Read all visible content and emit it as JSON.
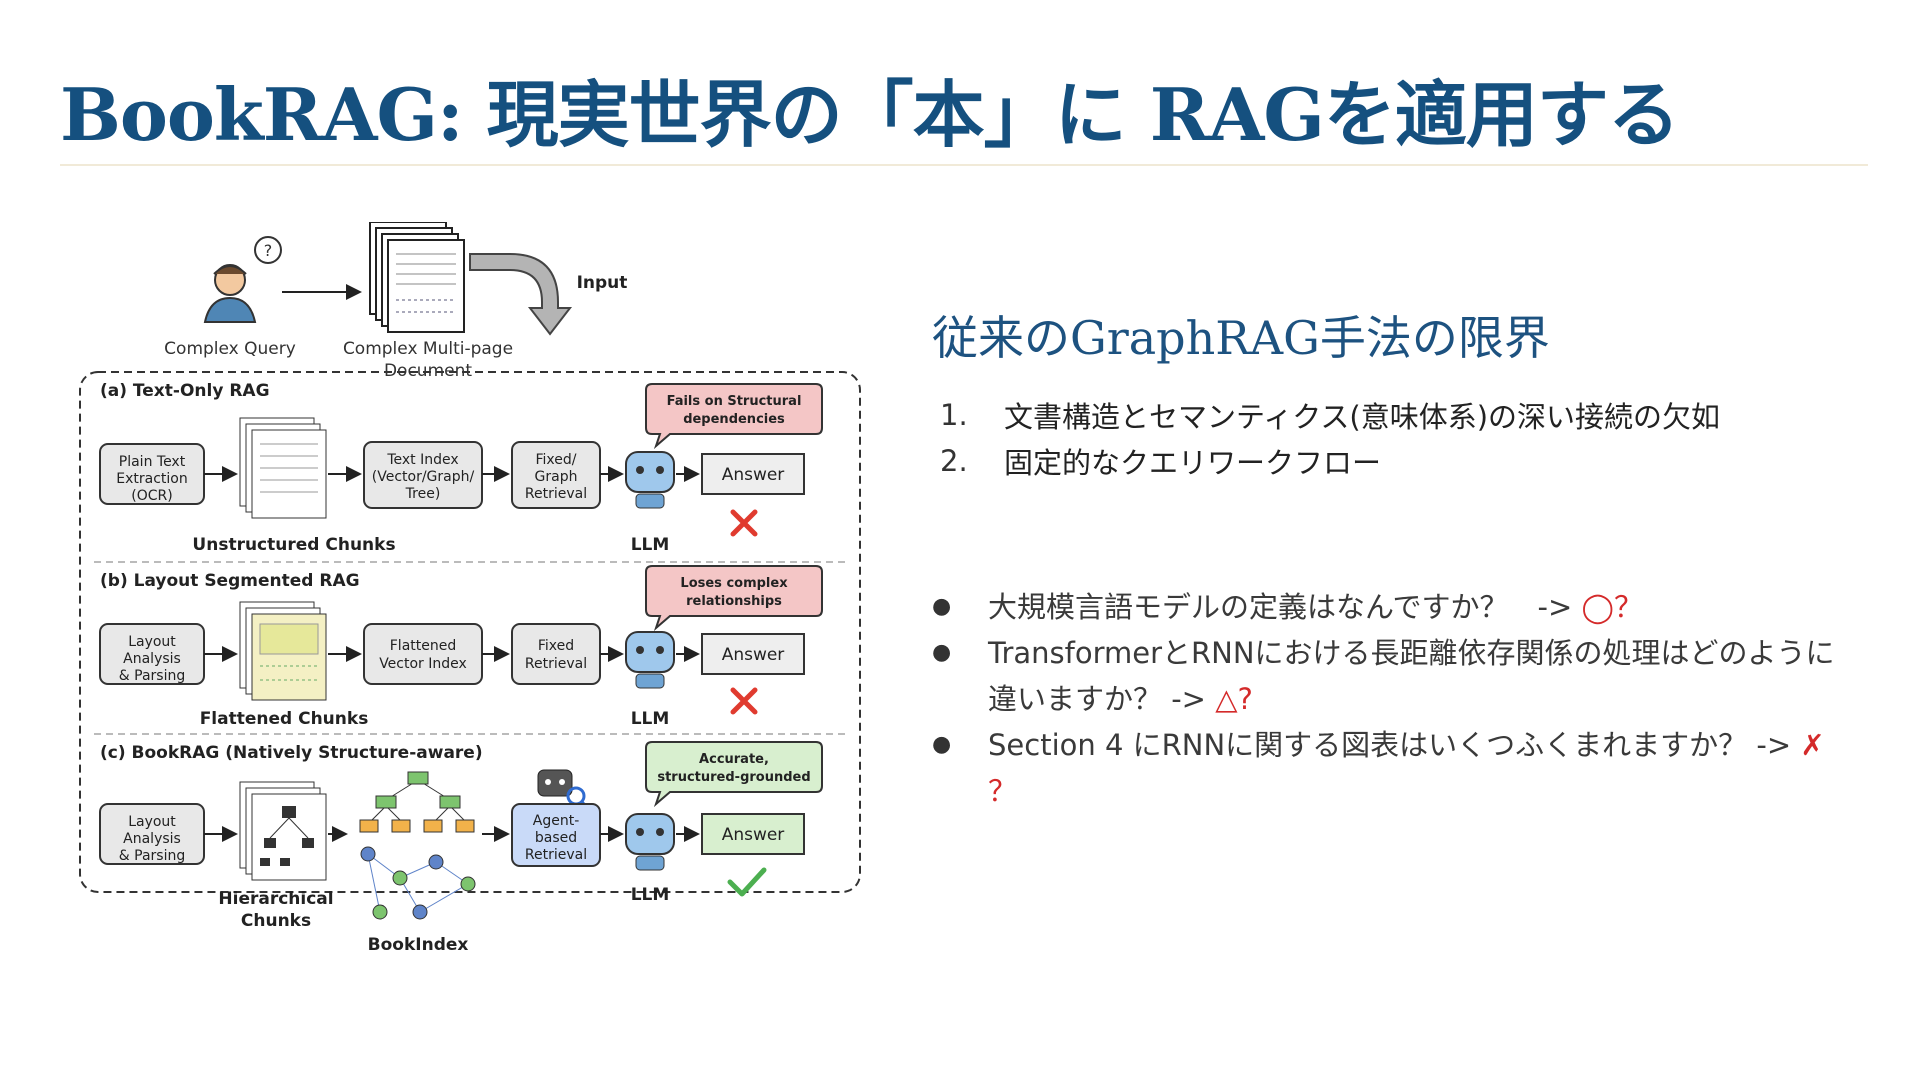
{
  "title": "BookRAG: 現実世界の「本」に RAGを適用する",
  "heading": "従来のGraphRAG手法の限界",
  "numbered": [
    {
      "num": "1.",
      "text": "文書構造とセマンティクス(意味体系)の深い接続の欠如"
    },
    {
      "num": "2.",
      "text": "固定的なクエリワークフロー"
    }
  ],
  "bullets": [
    {
      "text": "大規模言語モデルの定義はなんですか？　-> ",
      "mark": "◯？"
    },
    {
      "text": "TransformerとRNNにおける長距離依存関係の処理はどのように違いますか？ -> ",
      "mark": "△?"
    },
    {
      "text": "Section 4 にRNNに関する図表はいくつふくまれますか？ -> ",
      "mark": "✗ ？"
    }
  ],
  "figure": {
    "complex_query": "Complex Query",
    "doc_label_1": "Complex Multi-page",
    "doc_label_2": "Document",
    "input": "Input",
    "panel_a": {
      "title": "(a) Text-Only RAG",
      "box1": [
        "Plain Text",
        "Extraction",
        "(OCR)"
      ],
      "chunks": "Unstructured Chunks",
      "index": [
        "Text Index",
        "(Vector/Graph/",
        "Tree)"
      ],
      "retrieval": [
        "Fixed/",
        "Graph",
        "Retrieval"
      ],
      "bubble": [
        "Fails on Structural",
        "dependencies"
      ],
      "llm": "LLM",
      "answer": "Answer"
    },
    "panel_b": {
      "title": "(b) Layout Segmented RAG",
      "box1": [
        "Layout",
        "Analysis",
        "& Parsing"
      ],
      "chunks": "Flattened Chunks",
      "index": [
        "Flattened",
        "Vector Index"
      ],
      "retrieval": [
        "Fixed",
        "Retrieval"
      ],
      "bubble": [
        "Loses complex",
        "relationships"
      ],
      "llm": "LLM",
      "answer": "Answer"
    },
    "panel_c": {
      "title": "(c) BookRAG (Natively Structure-aware)",
      "box1": [
        "Layout",
        "Analysis",
        "& Parsing"
      ],
      "chunks": [
        "Hierarchical",
        "Chunks"
      ],
      "index": "BookIndex",
      "retrieval": [
        "Agent-",
        "based",
        "Retrieval"
      ],
      "bubble": [
        "Accurate,",
        "structured-grounded"
      ],
      "llm": "LLM",
      "answer": "Answer"
    }
  }
}
